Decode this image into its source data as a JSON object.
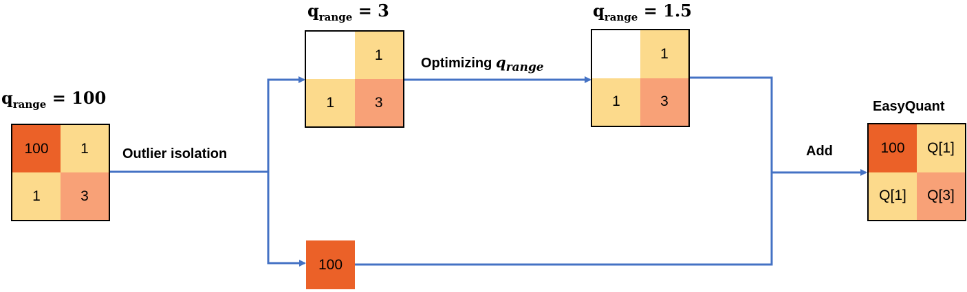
{
  "colors": {
    "dark_orange": "#EB6128",
    "light_orange": "#F8A177",
    "yellow": "#FCDA8C",
    "white": "#FFFFFF",
    "arrow": "#4472C4"
  },
  "input": {
    "q_var": "q",
    "q_sub": "range",
    "q_rest": " = 100",
    "cells": [
      "100",
      "1",
      "1",
      "3"
    ]
  },
  "isolated": {
    "q_var": "q",
    "q_sub": "range",
    "q_rest": " = 3",
    "cells": [
      "",
      "1",
      "1",
      "3"
    ]
  },
  "optimized": {
    "q_var": "q",
    "q_sub": "range",
    "q_rest": " = 1.5",
    "cells": [
      "",
      "1",
      "1",
      "3"
    ]
  },
  "outlier": {
    "value": "100"
  },
  "output": {
    "title": "EasyQuant",
    "cells": [
      "100",
      "Q[1]",
      "Q[1]",
      "Q[3]"
    ]
  },
  "edges": {
    "isolation": "Outlier isolation",
    "optimizing_prefix": "Optimizing ",
    "optimizing_var": "q",
    "optimizing_sub": "range",
    "add": "Add"
  }
}
